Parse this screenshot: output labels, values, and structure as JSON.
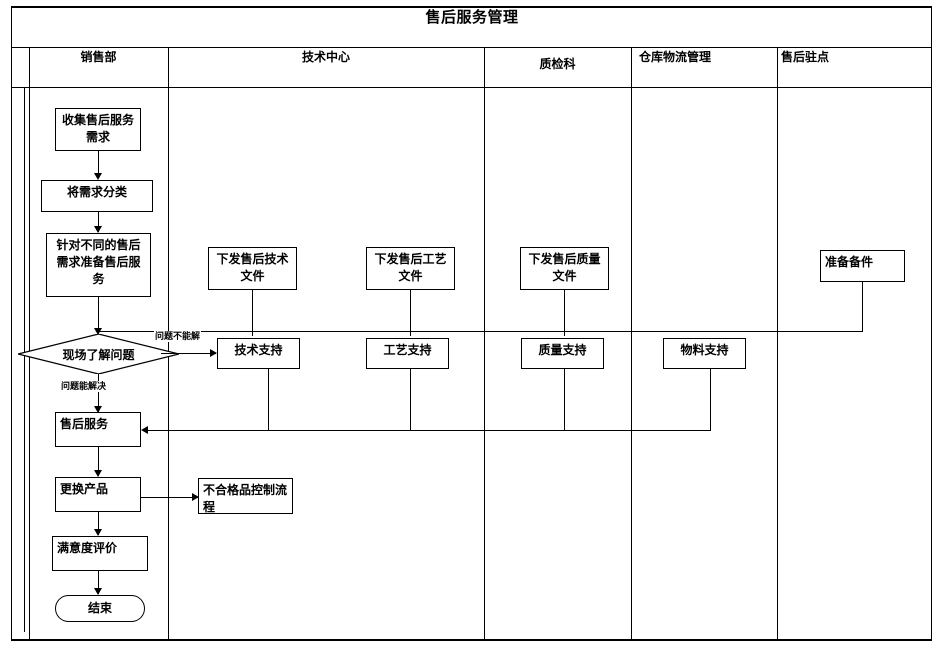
{
  "diagram": {
    "title": "售后服务管理",
    "type": "swimlane-flowchart"
  },
  "lanes": [
    {
      "id": "sales",
      "label": "销售部"
    },
    {
      "id": "tech",
      "label": "技术中心"
    },
    {
      "id": "qc",
      "label": "质检科"
    },
    {
      "id": "warehouse",
      "label": "仓库物流管理"
    },
    {
      "id": "station",
      "label": "售后驻点"
    }
  ],
  "nodes": {
    "collect_demand": {
      "label": "收集售后服务需求"
    },
    "classify_demand": {
      "label": "将需求分类"
    },
    "prepare_service": {
      "label": "针对不同的售后需求准备售后服务"
    },
    "decision_onsite": {
      "label": "现场了解问题"
    },
    "after_sale": {
      "label": "售后服务"
    },
    "replace_product": {
      "label": "更换产品"
    },
    "satisfaction": {
      "label": "满意度评价"
    },
    "end": {
      "label": "结束"
    },
    "nonconforming": {
      "label": "不合格品控制流程"
    },
    "issue_tech_doc": {
      "label": "下发售后技术文件"
    },
    "issue_craft_doc": {
      "label": "下发售后工艺文件"
    },
    "issue_qual_doc": {
      "label": "下发售后质量文件"
    },
    "prepare_parts": {
      "label": "准备备件"
    },
    "tech_support": {
      "label": "技术支持"
    },
    "craft_support": {
      "label": "工艺支持"
    },
    "quality_support": {
      "label": "质量支持"
    },
    "material_support": {
      "label": "物料支持"
    }
  },
  "edge_labels": {
    "cannot_solve": "问题不能解",
    "can_solve": "问题能解决"
  },
  "colors": {
    "line": "#000000",
    "background": "#ffffff",
    "text": "#000000"
  }
}
